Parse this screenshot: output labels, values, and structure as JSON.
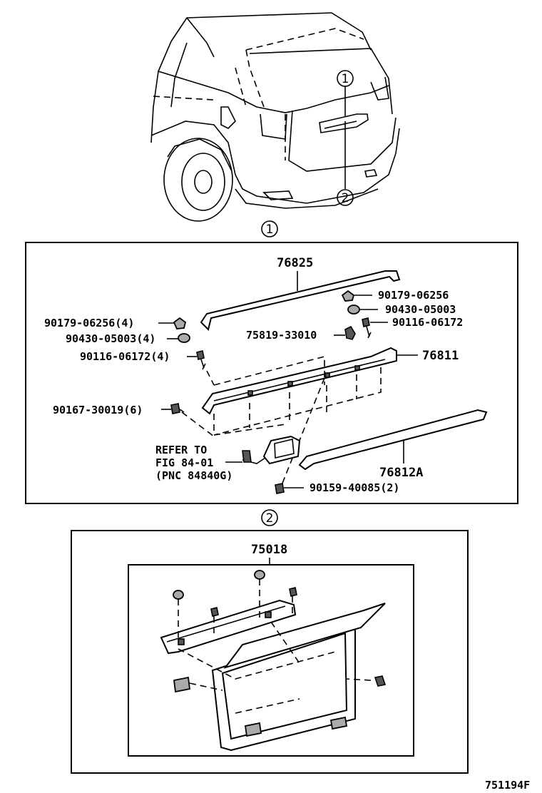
{
  "callouts": {
    "one": "1",
    "two": "2"
  },
  "section1": {
    "parts": {
      "p76825": "76825",
      "p90179_r": "90179-06256",
      "p90430_r": "90430-05003",
      "p90116_r": "90116-06172",
      "p90179_l": "90179-06256(4)",
      "p90430_l": "90430-05003(4)",
      "p75819": "75819-33010",
      "p90116_l": "90116-06172(4)",
      "p76811": "76811",
      "p90167": "90167-30019(6)",
      "p76812A": "76812A",
      "p90159": "90159-40085(2)"
    },
    "refer": {
      "line1": "REFER TO",
      "line2": "FIG 84-01",
      "line3": "(PNC 84840G)"
    }
  },
  "section2": {
    "parts": {
      "p75018": "75018"
    }
  },
  "footer": {
    "figure_code": "751194F"
  }
}
